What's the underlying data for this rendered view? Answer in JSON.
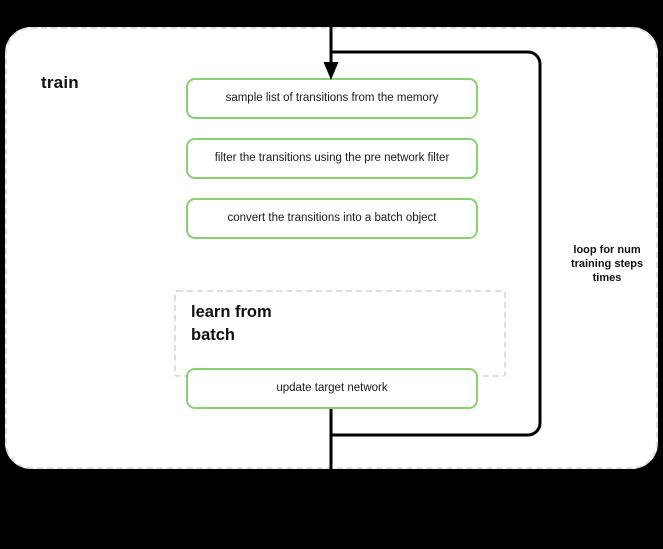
{
  "diagram": {
    "title": "train",
    "type": "flowchart",
    "background_color": "#000000",
    "container_background": "#ffffff",
    "accent_color": "#8ad072",
    "dashed_border_color": "#dcdcdc",
    "connector_color": "#000000"
  },
  "steps": [
    {
      "id": "sample",
      "label": "sample list of transitions from the memory"
    },
    {
      "id": "filter",
      "label": "filter the transitions using the pre network filter"
    },
    {
      "id": "convert",
      "label": "convert the transitions into a batch object"
    },
    {
      "id": "update",
      "label": "update target network"
    }
  ],
  "subgroup": {
    "id": "learn-from-batch",
    "title": "learn from\nbatch",
    "title_line_1": "learn from",
    "title_line_2": "batch"
  },
  "loop": {
    "label": "loop for num\ntraining steps\ntimes",
    "label_line_1": "loop for num",
    "label_line_2": "training steps",
    "label_line_3": "times"
  }
}
